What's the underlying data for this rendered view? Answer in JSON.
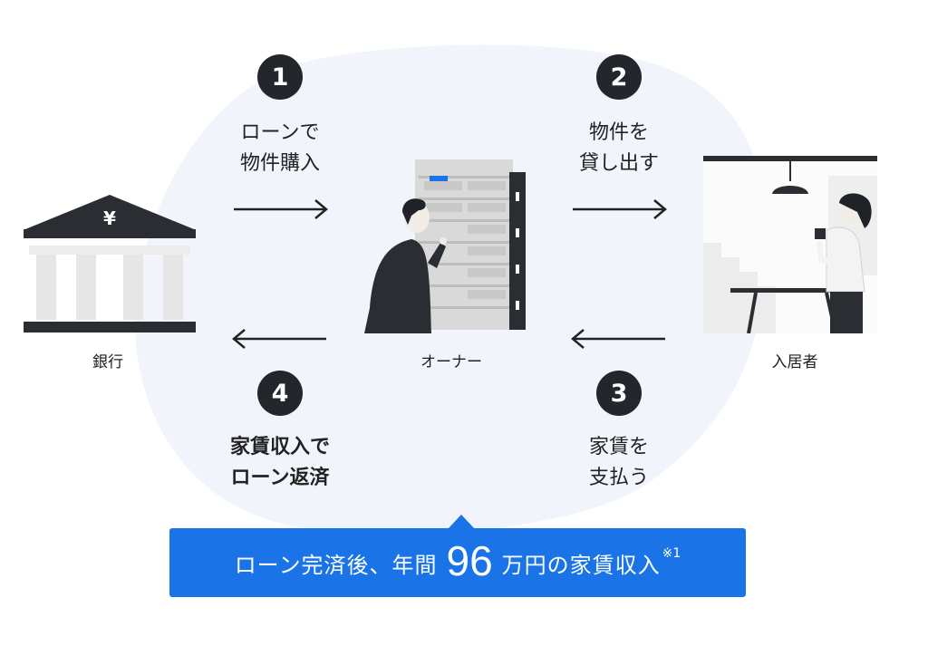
{
  "steps": [
    {
      "num": "1",
      "line1": "ローンで",
      "line2": "物件購入"
    },
    {
      "num": "2",
      "line1": "物件を",
      "line2": "貸し出す"
    },
    {
      "num": "3",
      "line1": "家賃を",
      "line2": "支払う"
    },
    {
      "num": "4",
      "line1": "家賃収入で",
      "line2": "ローン返済"
    }
  ],
  "nodes": {
    "bank": "銀行",
    "owner": "オーナー",
    "tenant": "入居者"
  },
  "bank_symbol": "¥",
  "banner": {
    "prefix": "ローン完済後、年間",
    "amount": "96",
    "suffix": "万円の家賃収入",
    "note": "※1"
  },
  "colors": {
    "accent": "#1a74e8",
    "badge": "#23262b",
    "background_blob": "#f1f5fb"
  }
}
